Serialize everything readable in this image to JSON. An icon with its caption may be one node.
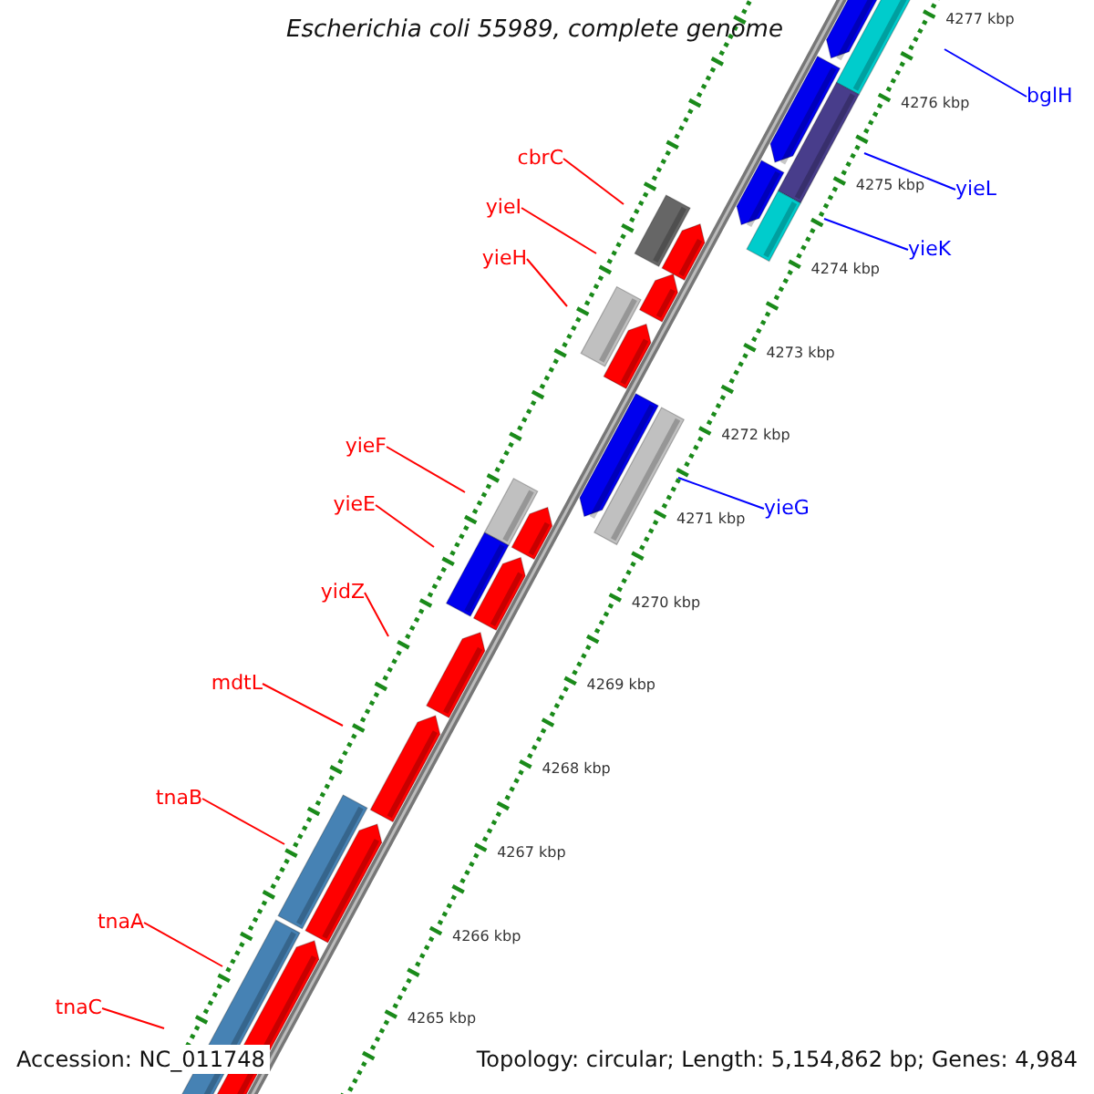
{
  "diagram": {
    "title": "Escherichia coli 55989, complete genome",
    "nodes": [
      {
        "text": [
          "cbrC"
        ]
      },
      {
        "text": [
          "yieI"
        ]
      },
      {
        "text": [
          "yieH"
        ]
      },
      {
        "text": [
          "yieF"
        ]
      },
      {
        "text": [
          "yieE"
        ]
      },
      {
        "text": [
          "yidZ"
        ]
      },
      {
        "text": [
          "mdtL"
        ]
      },
      {
        "text": [
          "tnaB"
        ]
      },
      {
        "text": [
          "tnaA"
        ]
      },
      {
        "text": [
          "tnaC"
        ]
      },
      {
        "text": [
          "bglH"
        ]
      },
      {
        "text": [
          "yieL"
        ]
      },
      {
        "text": [
          "yieK"
        ]
      },
      {
        "text": [
          "yieG"
        ]
      }
    ],
    "edges": [
      {
        "from": 0,
        "to": null,
        "arrow": "none"
      },
      {
        "from": 1,
        "to": null,
        "arrow": "none"
      },
      {
        "from": 2,
        "to": null,
        "arrow": "none"
      },
      {
        "from": 3,
        "to": null,
        "arrow": "none"
      },
      {
        "from": 4,
        "to": null,
        "arrow": "none"
      },
      {
        "from": 5,
        "to": null,
        "arrow": "none"
      },
      {
        "from": 6,
        "to": null,
        "arrow": "none"
      },
      {
        "from": 7,
        "to": null,
        "arrow": "none"
      },
      {
        "from": 8,
        "to": null,
        "arrow": "none"
      },
      {
        "from": 9,
        "to": null,
        "arrow": "none"
      },
      {
        "from": 10,
        "to": null,
        "arrow": "none",
        "color": "#0000ff"
      },
      {
        "from": 11,
        "to": null,
        "arrow": "none",
        "color": "#0000ff"
      },
      {
        "from": 12,
        "to": null,
        "arrow": "none",
        "color": "#0000ff"
      },
      {
        "from": 13,
        "to": null,
        "arrow": "none",
        "color": "#0000ff"
      }
    ],
    "labels": [
      "4277 kbp",
      "4276 kbp",
      "4275 kbp",
      "4274 kbp",
      "4273 kbp",
      "4272 kbp",
      "4271 kbp",
      "4270 kbp",
      "4269 kbp",
      "4268 kbp",
      "4267 kbp",
      "4266 kbp",
      "4265 kbp",
      "Accession: NC_011748",
      "Topology: circular; Length: 5,154,862 bp; Genes: 4,984"
    ]
  }
}
